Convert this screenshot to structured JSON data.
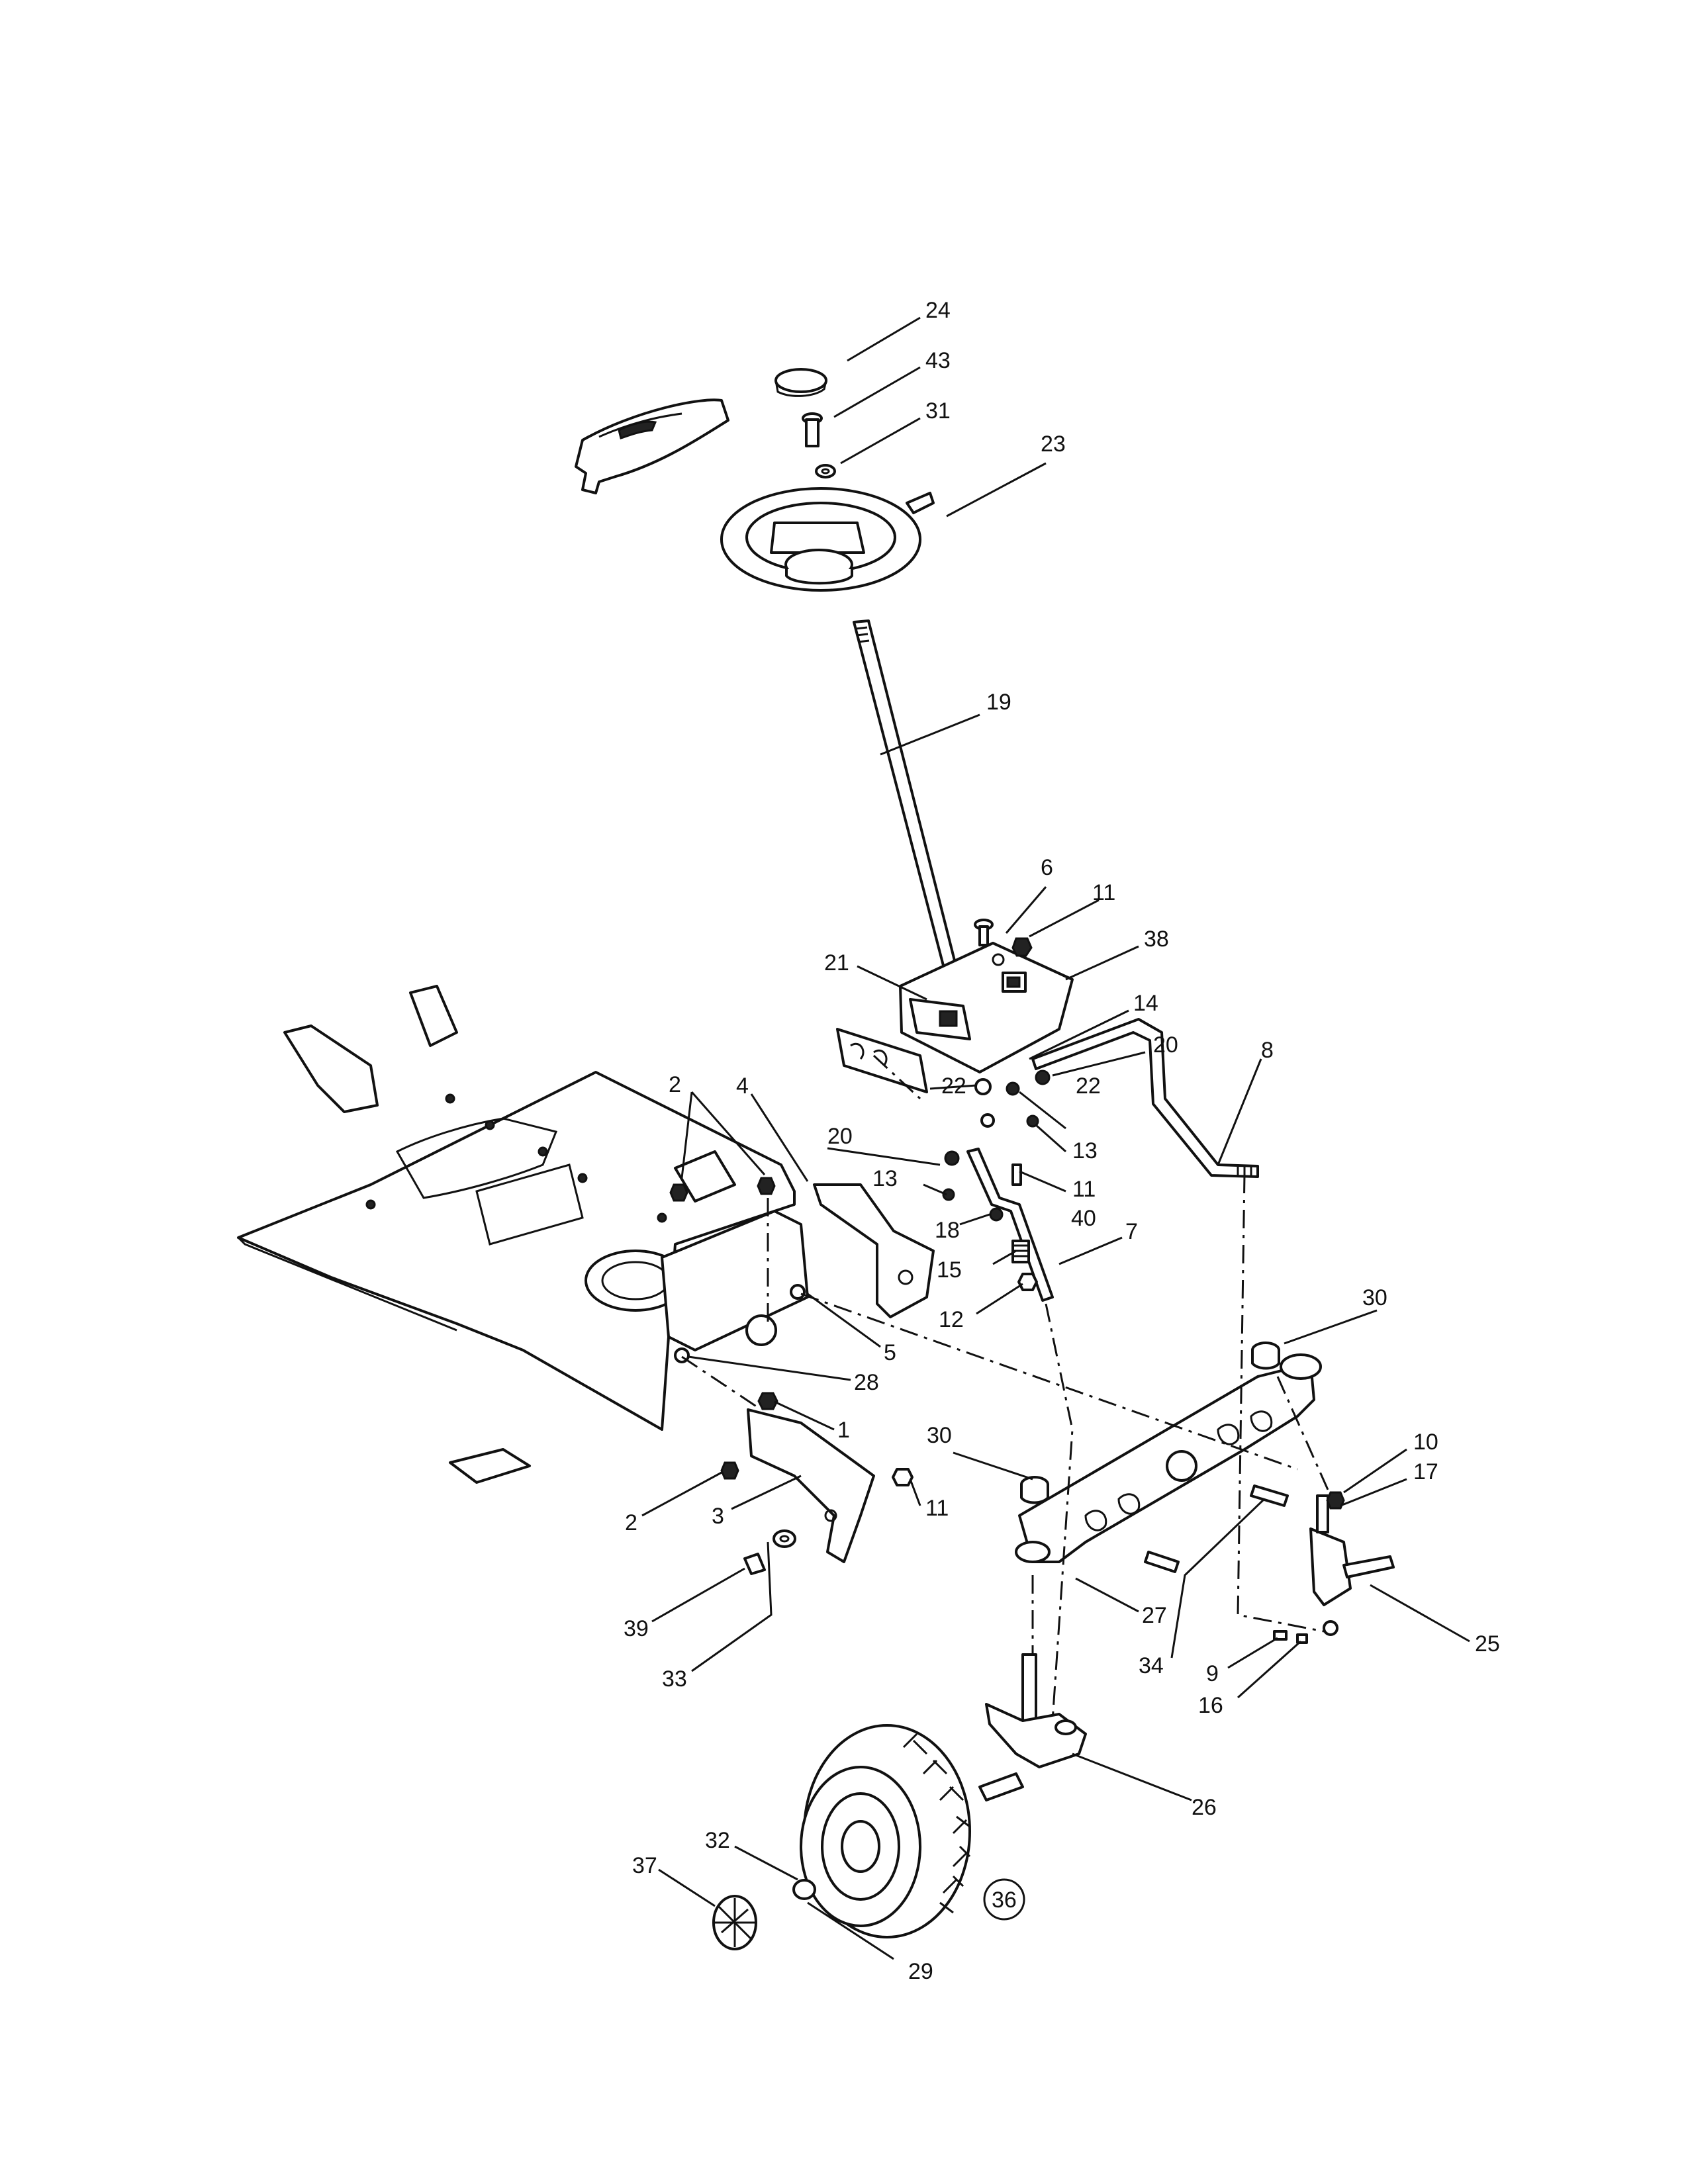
{
  "diagram": {
    "callouts": [
      {
        "id": "c24",
        "text": "24"
      },
      {
        "id": "c43",
        "text": "43"
      },
      {
        "id": "c31",
        "text": "31"
      },
      {
        "id": "c23",
        "text": "23"
      },
      {
        "id": "c19",
        "text": "19"
      },
      {
        "id": "c6",
        "text": "6"
      },
      {
        "id": "c11a",
        "text": "11"
      },
      {
        "id": "c38",
        "text": "38"
      },
      {
        "id": "c21",
        "text": "21"
      },
      {
        "id": "c14",
        "text": "14"
      },
      {
        "id": "c20a",
        "text": "20"
      },
      {
        "id": "c8",
        "text": "8"
      },
      {
        "id": "c2a",
        "text": "2"
      },
      {
        "id": "c4",
        "text": "4"
      },
      {
        "id": "c20b",
        "text": "20"
      },
      {
        "id": "c22a",
        "text": "22"
      },
      {
        "id": "c22b",
        "text": "22"
      },
      {
        "id": "c13a",
        "text": "13"
      },
      {
        "id": "c11b",
        "text": "11"
      },
      {
        "id": "c13b",
        "text": "13"
      },
      {
        "id": "c40",
        "text": "40"
      },
      {
        "id": "c18",
        "text": "18"
      },
      {
        "id": "c7",
        "text": "7"
      },
      {
        "id": "c15",
        "text": "15"
      },
      {
        "id": "c12",
        "text": "12"
      },
      {
        "id": "c5",
        "text": "5"
      },
      {
        "id": "c30a",
        "text": "30"
      },
      {
        "id": "c28",
        "text": "28"
      },
      {
        "id": "c1",
        "text": "1"
      },
      {
        "id": "c30b",
        "text": "30"
      },
      {
        "id": "c10",
        "text": "10"
      },
      {
        "id": "c17",
        "text": "17"
      },
      {
        "id": "c2b",
        "text": "2"
      },
      {
        "id": "c3",
        "text": "3"
      },
      {
        "id": "c11c",
        "text": "11"
      },
      {
        "id": "c39",
        "text": "39"
      },
      {
        "id": "c33",
        "text": "33"
      },
      {
        "id": "c27",
        "text": "27"
      },
      {
        "id": "c34",
        "text": "34"
      },
      {
        "id": "c9",
        "text": "9"
      },
      {
        "id": "c25",
        "text": "25"
      },
      {
        "id": "c16",
        "text": "16"
      },
      {
        "id": "c26",
        "text": "26"
      },
      {
        "id": "c32",
        "text": "32"
      },
      {
        "id": "c37",
        "text": "37"
      },
      {
        "id": "c36",
        "text": "36"
      },
      {
        "id": "c29",
        "text": "29"
      }
    ]
  }
}
